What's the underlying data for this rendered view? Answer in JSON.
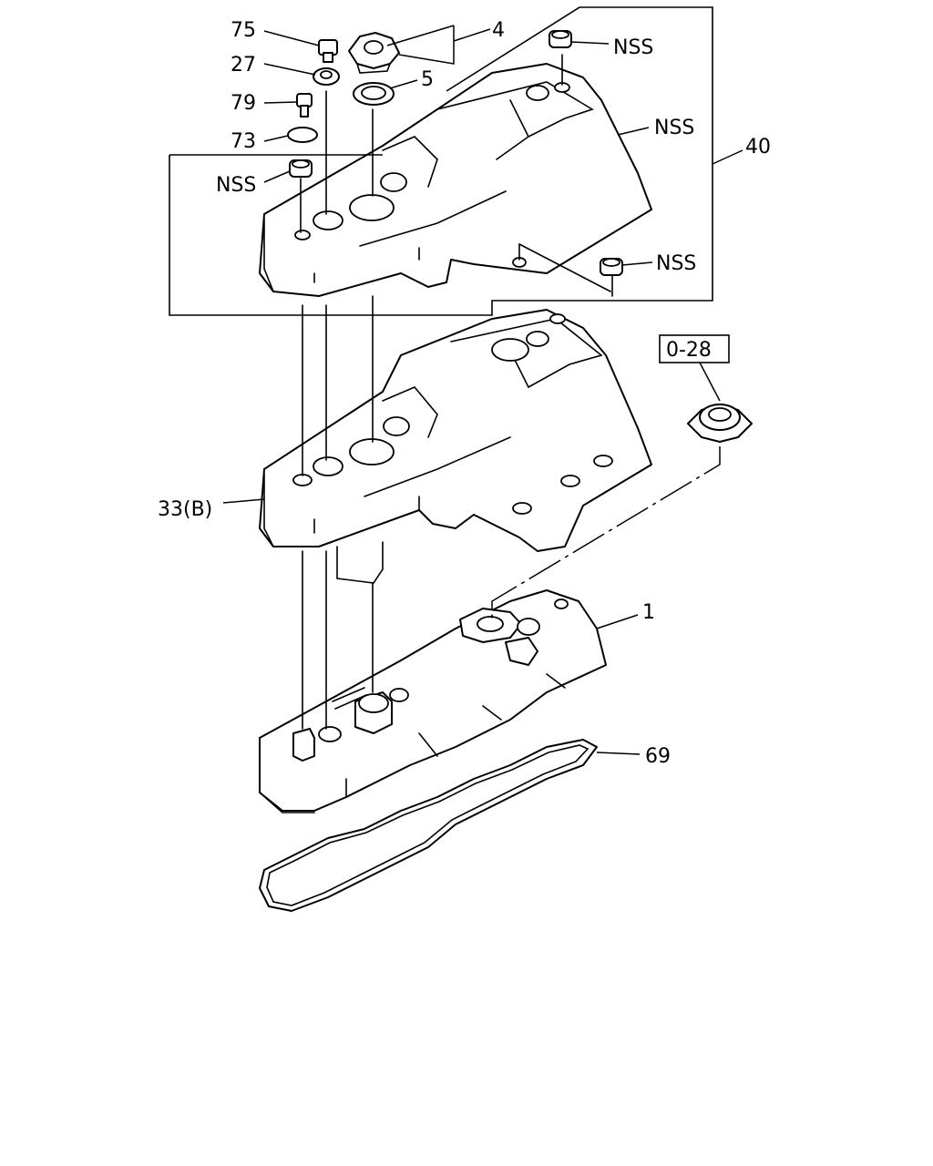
{
  "callouts": {
    "c75": "75",
    "c27": "27",
    "c79": "79",
    "c73": "73",
    "c4": "4",
    "c5": "5",
    "nss_top": "NSS",
    "nss_right": "NSS",
    "nss_left": "NSS",
    "nss_bottom": "NSS",
    "c40": "40",
    "c33b": "33(B)",
    "c1": "1",
    "c69": "69"
  },
  "reference_box": {
    "label": "0-28"
  },
  "colors": {
    "line": "#000000",
    "background": "#ffffff"
  }
}
